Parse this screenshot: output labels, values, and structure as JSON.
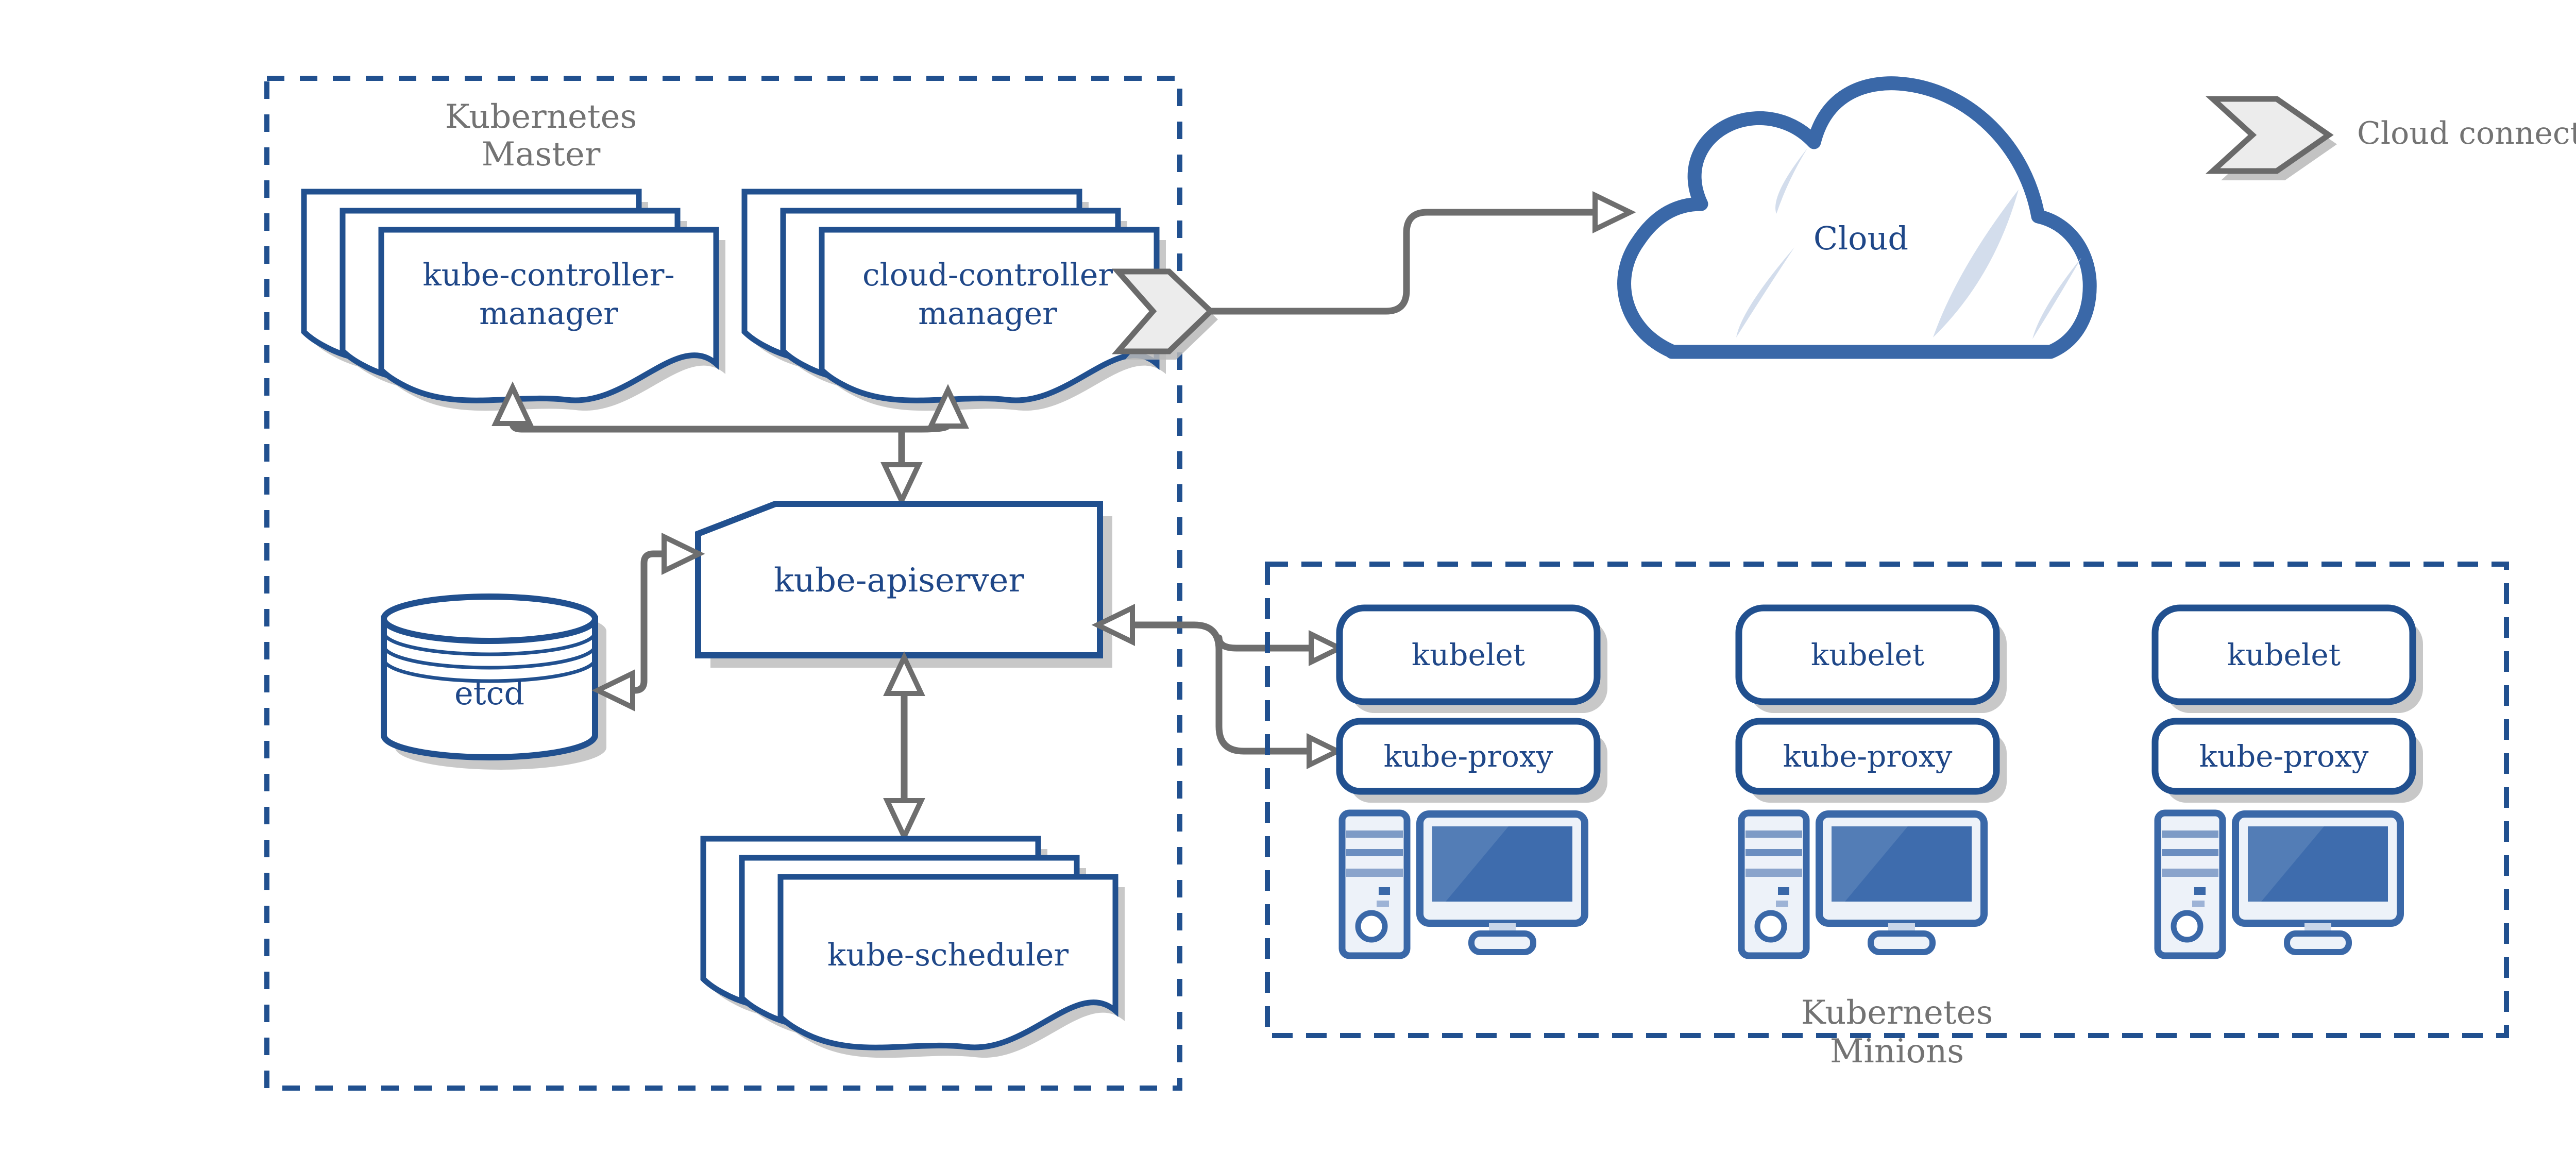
{
  "master": {
    "title": {
      "line1": "Kubernetes",
      "line2": "Master"
    },
    "kube_controller_manager": {
      "line1": "kube-controller-",
      "line2": "manager"
    },
    "cloud_controller_manager": {
      "line1": "cloud-controller",
      "line2": "manager"
    },
    "kube_apiserver": "kube-apiserver",
    "etcd": "etcd",
    "kube_scheduler": "kube-scheduler"
  },
  "cloud": {
    "label": "Cloud"
  },
  "legend": {
    "label": "Cloud connector"
  },
  "minions": {
    "title": {
      "line1": "Kubernetes",
      "line2": "Minions"
    },
    "nodes": [
      {
        "kubelet": "kubelet",
        "kube_proxy": "kube-proxy"
      },
      {
        "kubelet": "kubelet",
        "kube_proxy": "kube-proxy"
      },
      {
        "kubelet": "kubelet",
        "kube_proxy": "kube-proxy"
      }
    ]
  },
  "colors": {
    "primary_blue": "#21508f",
    "text_blue": "#1f4788",
    "steel_blue": "#3a68a8",
    "screen_blue": "#3e6cad",
    "screen_highlight": "#537db6",
    "light_blue_sliver": "#d3ddec",
    "connector_gray": "#6e6e6e",
    "label_gray": "#737373",
    "shadow_gray": "#c2c2c2",
    "legend_fill": "#ececec",
    "panel_fill": "#edf2f9"
  }
}
